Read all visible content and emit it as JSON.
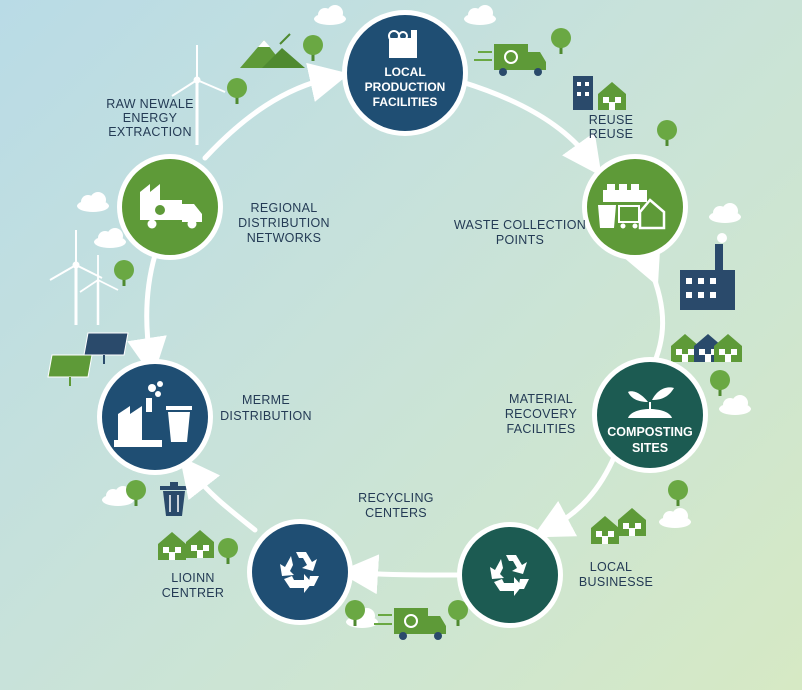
{
  "nodes": {
    "local_production": {
      "lines": [
        "LOCAL",
        "PRODUCTION",
        "FACILITIES"
      ],
      "color": "#1f4e73",
      "icon": "factory-icon"
    },
    "waste_collection": {
      "color": "#5e9a38",
      "icon": "bin-cart-house-icon"
    },
    "composting": {
      "lines": [
        "COMPOSTING",
        "SITES"
      ],
      "color": "#1c5b52",
      "icon": "leaf-soil-icon"
    },
    "business_recycle": {
      "color": "#1c5b52",
      "icon": "recycle-icon"
    },
    "center_recycle": {
      "color": "#1f4e73",
      "icon": "recycle-icon"
    },
    "distribution": {
      "color": "#1f4e73",
      "icon": "factory-bin-icon"
    },
    "regional": {
      "color": "#5e9a38",
      "icon": "delivery-truck-icon"
    }
  },
  "labels": {
    "raw_energy": [
      "RAW NEWALE",
      "ENERGY",
      "EXTRACTION"
    ],
    "regional_networks": [
      "REGIONAL",
      "DISTRIBUTION",
      "NETWORKS"
    ],
    "reuse": [
      "REUSE",
      "REUSE"
    ],
    "waste_points": [
      "WASTE COLLECTION",
      "POINTS"
    ],
    "material_recovery": [
      "MATERIAL",
      "RECOVERY",
      "FACILITIES"
    ],
    "merme_distribution": [
      "MERME",
      "DISTRIBUTION"
    ],
    "recycling_centers": [
      "RECYCLING",
      "CENTERS"
    ],
    "local_business": [
      "LOCAL",
      "BUSINESSE"
    ],
    "lioinn_center": [
      "LIOINN",
      "CENTRER"
    ]
  },
  "colors": {
    "arrow": "#ffffff",
    "icon_green": "#5e9a38",
    "icon_navy": "#2a4a6b",
    "text": "#243b55"
  }
}
